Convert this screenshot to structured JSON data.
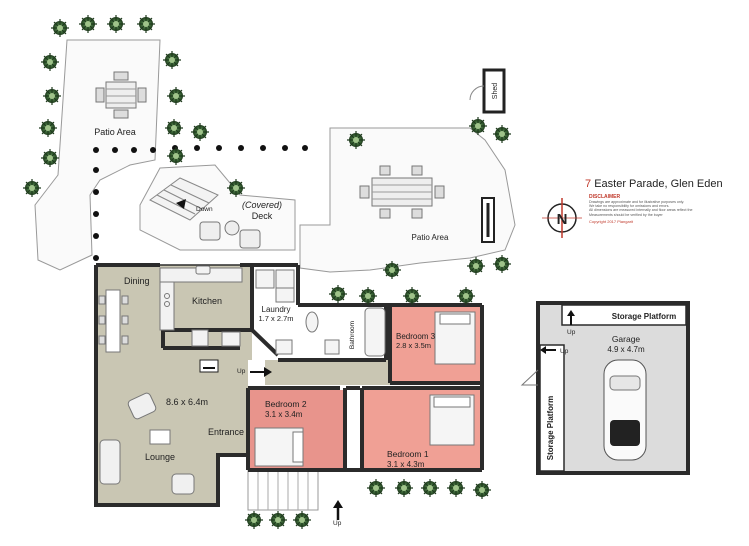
{
  "address": {
    "number": "7",
    "street": "Easter Parade, Glen Eden"
  },
  "compass": {
    "letter": "N"
  },
  "disclaimer": {
    "heading": "DISCLAIMER",
    "lines": [
      "Drawings are approximate and for illustrative purposes only.",
      "We take no responsibility for omissions and errors.",
      "All dimensions are measured internally and floor areas reflect the",
      "Measurements should be verified by the buyer"
    ],
    "copyright": "Copyright 2017 Plangarit"
  },
  "rooms": {
    "patio_left": "Patio Area",
    "patio_right": "Patio Area",
    "deck_covered": "(Covered)",
    "deck": "Deck",
    "down": "Down",
    "shed": "Shed",
    "dining": "Dining",
    "kitchen": "Kitchen",
    "laundry": "Laundry",
    "laundry_dim": "1.7 x 2.7m",
    "bathroom": "Bathroom",
    "bedroom3": "Bedroom 3",
    "bedroom3_dim": "2.8 x 3.5m",
    "bedroom2": "Bedroom 2",
    "bedroom2_dim": "3.1 x 3.4m",
    "bedroom1": "Bedroom 1",
    "bedroom1_dim": "3.1 x 4.3m",
    "lounge_dim": "8.6 x 6.4m",
    "entrance": "Entrance",
    "lounge": "Lounge",
    "storage_top": "Storage Platform",
    "storage_side": "Storage Platform",
    "garage": "Garage",
    "garage_dim": "4.9 x 4.7m"
  },
  "stairs": {
    "up_hall": "Up",
    "up_front": "Up",
    "up_garage_1": "Up",
    "up_garage_2": "Up"
  },
  "colors": {
    "living_floor": "#c9c6b3",
    "bedroom_floor": "#f0a095",
    "bedroom2_floor": "#e8948c",
    "garage_floor": "#dcdcdc",
    "wall": "#2b2b2b",
    "plant": "#3e6b3a",
    "accent": "#c0392b"
  }
}
